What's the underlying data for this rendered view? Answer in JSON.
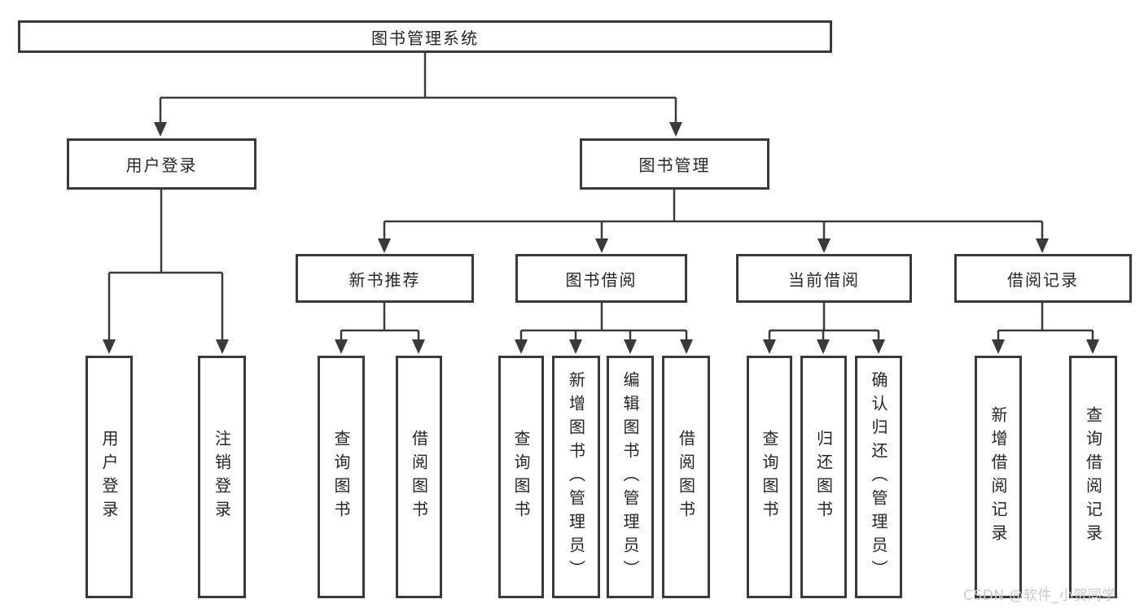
{
  "diagram": {
    "root": "图书管理系统",
    "children": [
      {
        "label": "用户登录",
        "children": [
          {
            "label": "用户登录"
          },
          {
            "label": "注销登录"
          }
        ]
      },
      {
        "label": "图书管理",
        "children": [
          {
            "label": "新书推荐",
            "children": [
              {
                "label": "查询图书"
              },
              {
                "label": "借阅图书"
              }
            ]
          },
          {
            "label": "图书借阅",
            "children": [
              {
                "label": "查询图书"
              },
              {
                "label": "新增图书（管理员）"
              },
              {
                "label": "编辑图书（管理员）"
              },
              {
                "label": "借阅图书"
              }
            ]
          },
          {
            "label": "当前借阅",
            "children": [
              {
                "label": "查询图书"
              },
              {
                "label": "归还图书"
              },
              {
                "label": "确认归还（管理员）"
              }
            ]
          },
          {
            "label": "借阅记录",
            "children": [
              {
                "label": "新增借阅记录"
              },
              {
                "label": "查询借阅记录"
              }
            ]
          }
        ]
      }
    ]
  },
  "watermark": {
    "text": "CSDN @软件_小贺同学"
  },
  "colors": {
    "line": "#3a3a3a",
    "text": "#262626",
    "background": "#ffffff",
    "watermark": "#c7cbce"
  }
}
